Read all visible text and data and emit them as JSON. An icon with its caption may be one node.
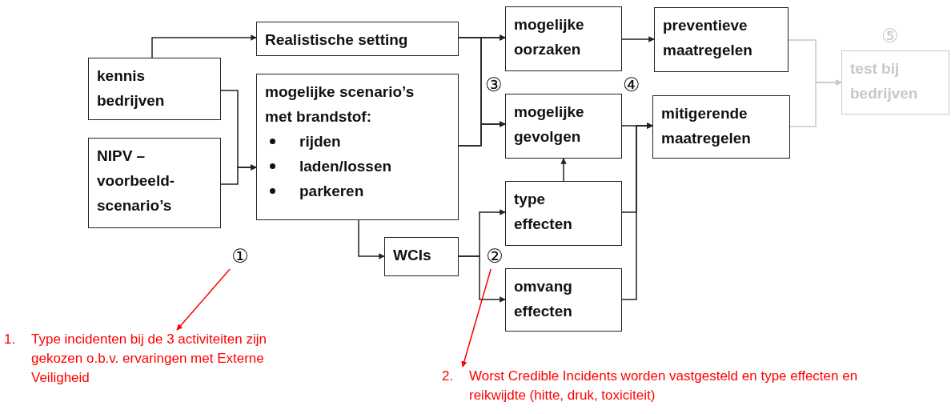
{
  "diagram": {
    "nodes": [
      {
        "text": [
          "kennis bedrijven"
        ]
      },
      {
        "text": [
          "NIPV – voorbeeld-scenario’s"
        ]
      },
      {
        "text": [
          "Realistische setting"
        ]
      },
      {
        "text": [
          "mogelijke scenario’s met brandstof:",
          "rijden",
          "laden/lossen",
          "parkeren"
        ]
      },
      {
        "text": [
          "WCIs"
        ]
      },
      {
        "text": [
          "mogelijke oorzaken"
        ]
      },
      {
        "text": [
          "mogelijke gevolgen"
        ]
      },
      {
        "text": [
          "type effecten"
        ]
      },
      {
        "text": [
          "omvang effecten"
        ]
      },
      {
        "text": [
          "preventieve maatregelen"
        ]
      },
      {
        "text": [
          "mitigerende maatregelen"
        ]
      },
      {
        "text": [
          "test bij bedrijven"
        ],
        "beside": [
          "⑤"
        ]
      },
      {
        "text": [
          "①"
        ]
      },
      {
        "text": [
          "1.",
          "Type incidenten bij de 3 activiteiten zijn gekozen o.b.v. ervaringen met Externe Veiligheid"
        ]
      },
      {
        "text": [
          "②"
        ]
      },
      {
        "text": [
          "2.",
          "Worst Credible Incidents worden vastgesteld en type effecten en reikwijdte (hitte, druk, toxiciteit)"
        ]
      }
    ],
    "edges": [
      {
        "from": 0,
        "to": 2,
        "arrow": "to"
      },
      {
        "from": 0,
        "to": 3,
        "arrow": "to"
      },
      {
        "from": 1,
        "to": 3,
        "arrow": "to"
      },
      {
        "from": 2,
        "to": 5,
        "arrow": "to"
      },
      {
        "from": 2,
        "to": 6,
        "arrow": "to"
      },
      {
        "from": 3,
        "to": 5,
        "arrow": "to"
      },
      {
        "from": 3,
        "to": 6,
        "arrow": "to"
      },
      {
        "from": 3,
        "to": 4,
        "arrow": "to"
      },
      {
        "from": 4,
        "to": 7,
        "arrow": "to"
      },
      {
        "from": 4,
        "to": 8,
        "arrow": "to"
      },
      {
        "from": 5,
        "to": 9,
        "arrow": "to"
      },
      {
        "from": 6,
        "to": 10,
        "arrow": "to"
      },
      {
        "from": 7,
        "to": 6,
        "arrow": "to"
      },
      {
        "from": 7,
        "to": 10,
        "arrow": "to"
      },
      {
        "from": 8,
        "to": 10,
        "arrow": "to"
      },
      {
        "from": 9,
        "to": 11,
        "arrow": "to",
        "color": "#c8c8c8"
      },
      {
        "from": 10,
        "to": 11,
        "arrow": "to",
        "color": "#c8c8c8"
      },
      {
        "from": 12,
        "to": 13,
        "arrow": "to",
        "color": "#ff0000"
      },
      {
        "from": 14,
        "to": 15,
        "arrow": "to",
        "color": "#ff0000"
      }
    ],
    "labels": [
      "③",
      "④"
    ]
  }
}
